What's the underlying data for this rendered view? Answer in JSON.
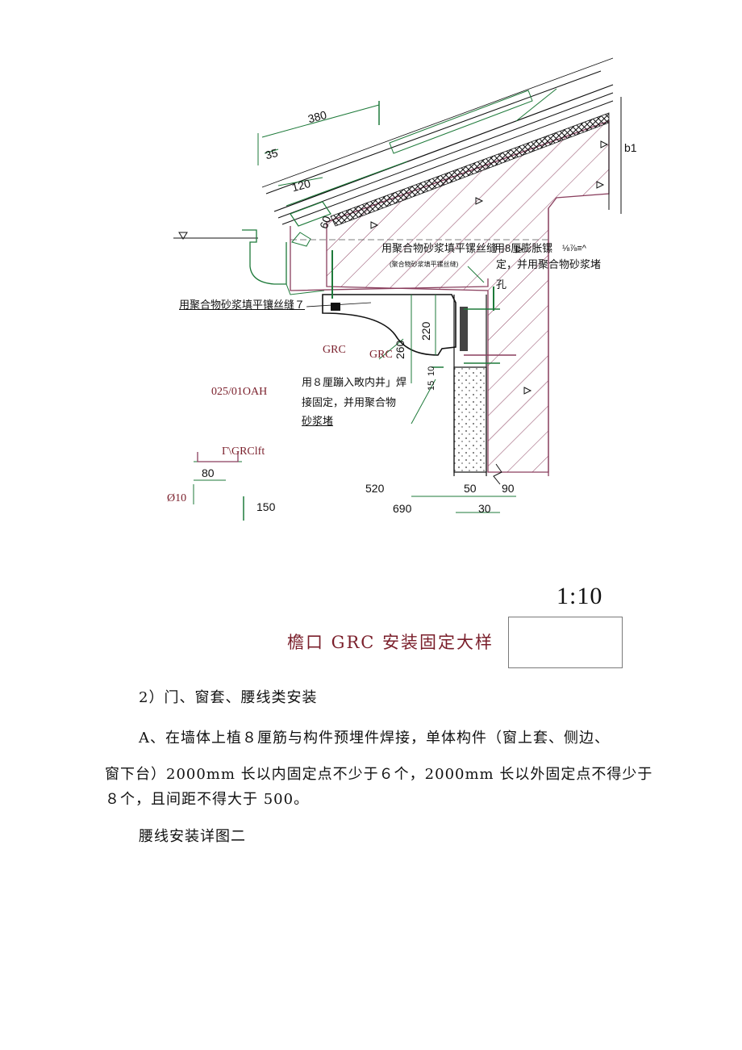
{
  "drawing": {
    "dimensions": {
      "d380": "380",
      "d35": "35",
      "d120": "120",
      "d60": "60",
      "b1": "b1",
      "d260": "260",
      "d220": "220",
      "d10": "10",
      "d15": "15",
      "d520": "520",
      "d690": "690",
      "d50": "50",
      "d90": "90",
      "d30": "30",
      "d80": "80",
      "d150": "150"
    },
    "notes": {
      "mortar_fill_top": "用聚合物砂浆填平镙丝缝",
      "mortar_fill_top_sub": "(聚合物砂浆填平镙丝缝)",
      "expansion_bolt_1": "用8厘膨胀镙",
      "expansion_bolt_2": "定，并用聚合物砂浆堵",
      "expansion_bolt_3": "孔",
      "expansion_bolt_sym": "⅛⅞≡^",
      "mortar_fill_left": "用聚合物砂浆填平镶丝缝７",
      "grc_a": "GRC",
      "grc_b": "GRC",
      "embed_1": "用８厘蹦入畋内井」焊",
      "embed_2": "接固定，并用聚合物",
      "embed_3": "砂浆堵",
      "code": "025/01OAH",
      "grc_detail": "Γ\\GRClft",
      "bar": "Ø10"
    }
  },
  "caption": {
    "scale": "1:10",
    "title": "檐口  GRC 安装固定大样"
  },
  "body": {
    "heading": "2）门、窗套、腰线类安装",
    "para_line1": "A、在墙体上植８厘筋与构件预埋件焊接，单体构件（窗上套、侧边、",
    "para_line2": "窗下台）2000mm 长以内固定点不少于６个，2000mm 长以外固定点不得少于",
    "para_line3": "８个，且间距不得大于 500。",
    "subheading": "腰线安装详图二"
  }
}
